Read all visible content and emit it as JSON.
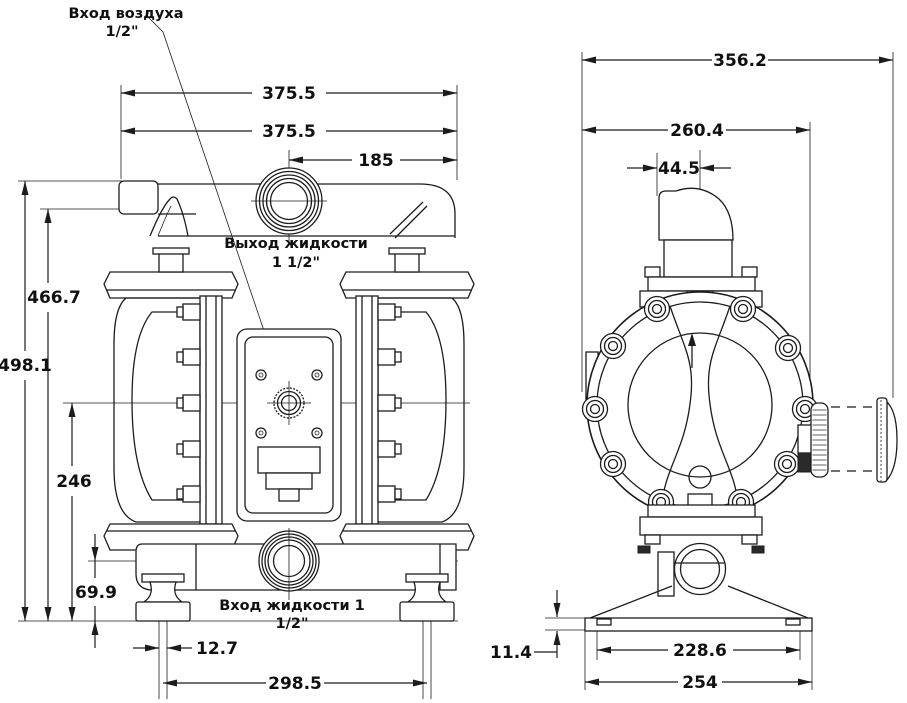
{
  "front_view": {
    "labels": {
      "air_inlet": {
        "line1": "Вход воздуха",
        "line2": "1/2\""
      },
      "fluid_outlet": {
        "line1": "Выход жидкости",
        "line2": "1 1/2\""
      },
      "fluid_inlet": {
        "line1": "Вход жидкости 1",
        "line2": "1/2\""
      }
    },
    "dimensions": {
      "overall_width_top": "375.5",
      "overall_width": "375.5",
      "outlet_to_right": "185",
      "overall_height": "498.1",
      "outlet_height": "466.7",
      "air_inlet_height": "246",
      "inlet_height": "69.9",
      "foot_slot_width": "12.7",
      "foot_spacing": "298.5"
    }
  },
  "side_view": {
    "dimensions": {
      "overall_depth": "356.2",
      "body_depth": "260.4",
      "port_offset": "44.5",
      "base_plate_thickness": "11.4",
      "base_slot_spacing": "228.6",
      "base_depth": "254"
    }
  },
  "style": {
    "line_color": "#1a1a1a",
    "background": "#ffffff"
  }
}
